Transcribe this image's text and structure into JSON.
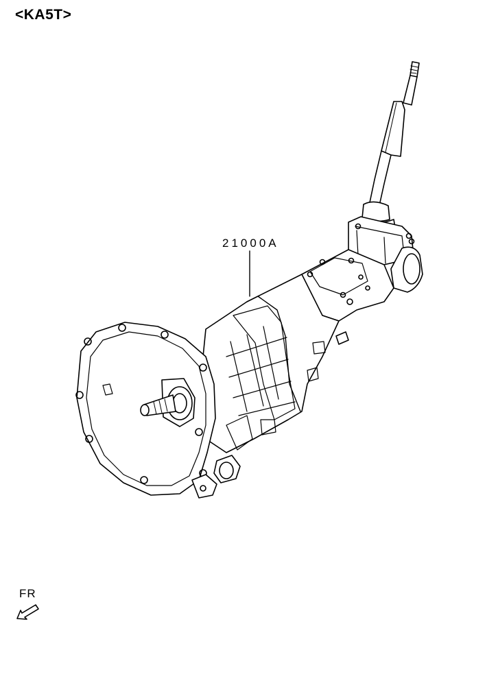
{
  "diagram": {
    "model_code": "<KA5T>",
    "part_number": "21000A",
    "direction_label": "FR"
  },
  "icons": {
    "direction_arrow": "arrow-down-left-icon",
    "assembly": "manual-transmission-assembly-drawing"
  },
  "colors": {
    "line": "#000000",
    "background": "#ffffff"
  }
}
